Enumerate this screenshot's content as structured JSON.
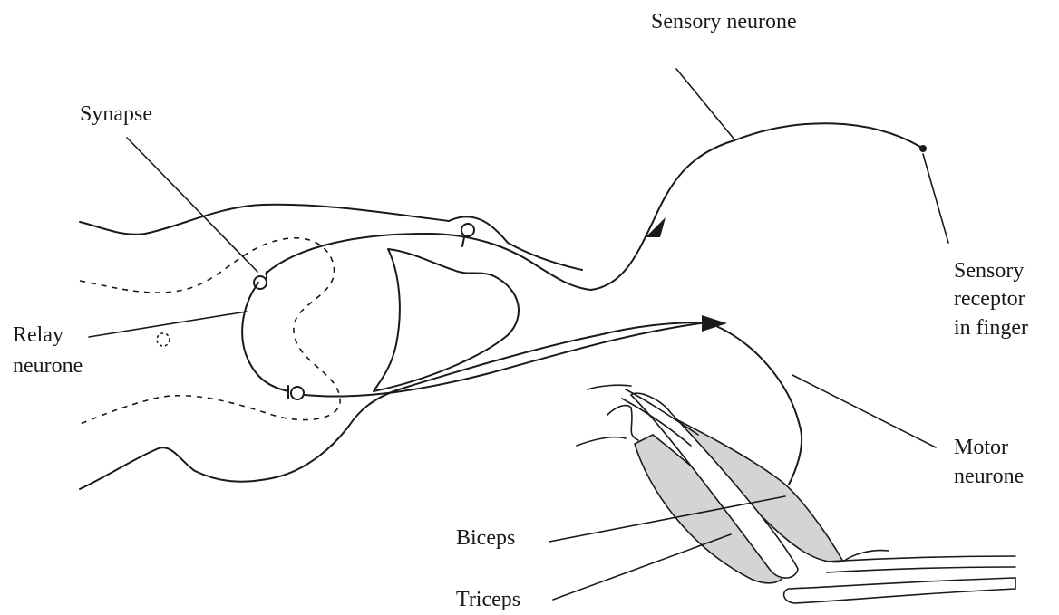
{
  "labels": {
    "sensory_neurone": "Sensory neurone",
    "synapse": "Synapse",
    "sensory_receptor": [
      "Sensory",
      "receptor",
      "in finger"
    ],
    "relay_neurone": [
      "Relay",
      "neurone"
    ],
    "motor_neurone": [
      "Motor",
      "neurone"
    ],
    "biceps": "Biceps",
    "triceps": "Triceps"
  }
}
